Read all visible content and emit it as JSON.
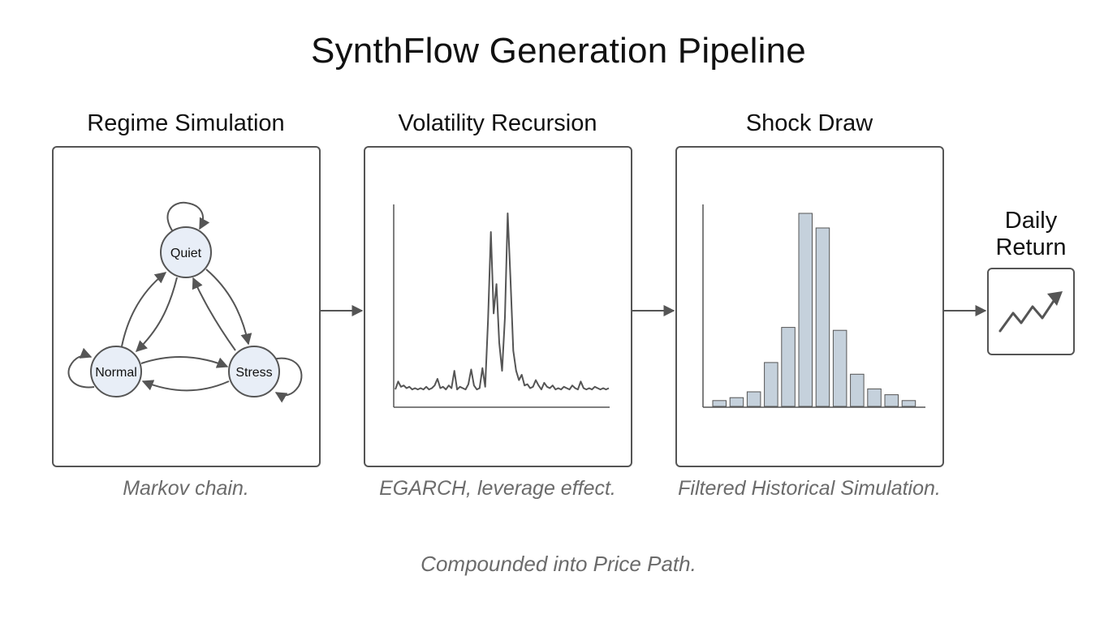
{
  "title": "SynthFlow Generation Pipeline",
  "stages": [
    {
      "title": "Regime Simulation",
      "caption": "Markov chain.",
      "states": [
        "Quiet",
        "Normal",
        "Stress"
      ]
    },
    {
      "title": "Volatility Recursion",
      "caption": "EGARCH, leverage effect."
    },
    {
      "title": "Shock Draw",
      "caption": "Filtered Historical Simulation."
    }
  ],
  "output": {
    "title_line1": "Daily",
    "title_line2": "Return",
    "icon": "trend-up-icon"
  },
  "footer": "Compounded into Price Path.",
  "colors": {
    "stroke": "#555555",
    "node_fill": "#e8eef7",
    "bar_fill": "#c5d1dc",
    "caption": "#6b6b6b"
  },
  "volatility_series": [
    0.6,
    1.2,
    0.8,
    0.9,
    0.7,
    0.8,
    0.6,
    0.7,
    0.6,
    0.7,
    0.6,
    0.8,
    0.6,
    0.7,
    0.9,
    1.4,
    0.7,
    0.8,
    0.6,
    0.9,
    0.7,
    2.0,
    0.6,
    0.8,
    0.7,
    0.6,
    1.0,
    2.1,
    0.9,
    0.6,
    0.7,
    2.2,
    0.8,
    5.8,
    12.4,
    6.3,
    8.5,
    4.1,
    2.0,
    6.0,
    13.8,
    8.8,
    3.5,
    2.0,
    1.3,
    1.7,
    0.9,
    1.0,
    0.7,
    0.8,
    1.3,
    0.9,
    0.6,
    1.1,
    0.8,
    0.7,
    0.9,
    0.6,
    0.7,
    0.6,
    0.8,
    0.7,
    0.6,
    0.9,
    0.7,
    0.6,
    1.2,
    0.7,
    0.6,
    0.7,
    0.6,
    0.8,
    0.7,
    0.6,
    0.7,
    0.6,
    0.7
  ],
  "shock_histogram": [
    2,
    3,
    5,
    15,
    27,
    66,
    61,
    26,
    11,
    6,
    4,
    2
  ]
}
